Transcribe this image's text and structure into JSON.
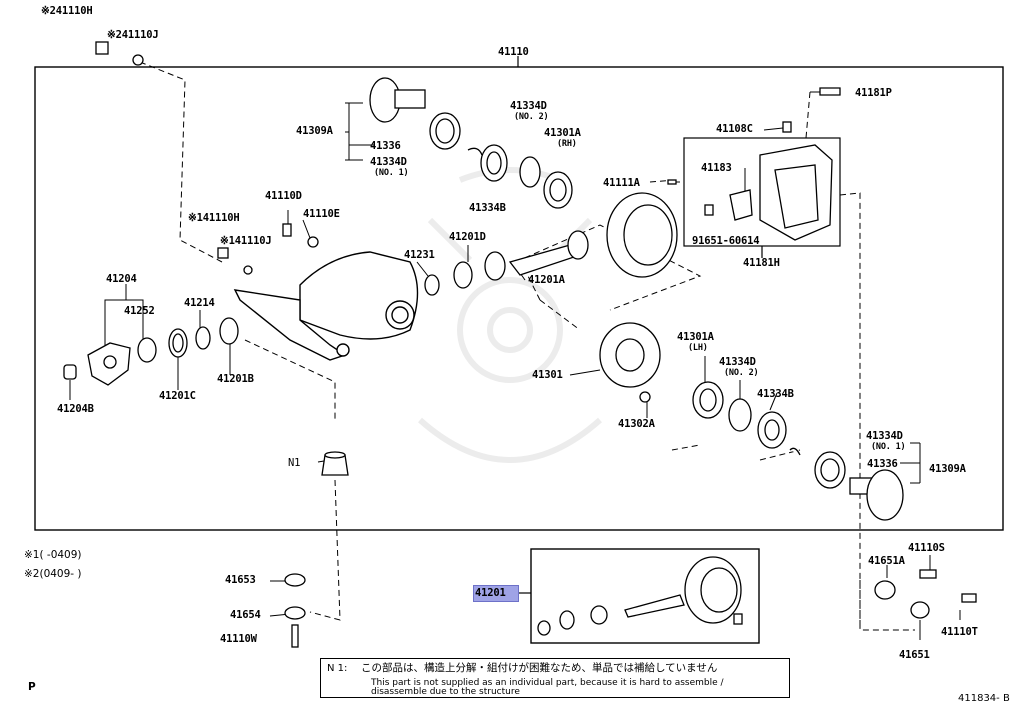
{
  "diagram": {
    "callouts": {
      "c41110H_a": "※241110H",
      "c41110J_a": "※241110J",
      "c41110": "41110",
      "c41181P": "41181P",
      "c41309A_a": "41309A",
      "c41336_a": "41336",
      "c41334D1_a": "41334D",
      "c41334D1_a_sub": "(NO. 1)",
      "c41334D2_a": "41334D",
      "c41334D2_a_sub": "(NO. 2)",
      "c41301A_rh": "41301A",
      "c41301A_rh_sub": "(RH)",
      "c41108C": "41108C",
      "c41183": "41183",
      "c41111A": "41111A",
      "c41334B_a": "41334B",
      "c91651": "91651-60614",
      "c41181H": "41181H",
      "c41110D": "41110D",
      "c41110H_b": "※141110H",
      "c41110E": "41110E",
      "c41110J_b": "※141110J",
      "c41231": "41231",
      "c41201D": "41201D",
      "c41201A": "41201A",
      "c41204": "41204",
      "c41252": "41252",
      "c41214": "41214",
      "c41201B": "41201B",
      "c41201C": "41201C",
      "c41204B": "41204B",
      "c41301": "41301",
      "c41301A_lh": "41301A",
      "c41301A_lh_sub": "(LH)",
      "c41334D2_b": "41334D",
      "c41334D2_b_sub": "(NO. 2)",
      "c41334B_b": "41334B",
      "c41302A": "41302A",
      "c41334D1_b": "41334D",
      "c41334D1_b_sub": "(NO. 1)",
      "c41336_b": "41336",
      "c41309A_b": "41309A",
      "cN1": "N1",
      "c41653": "41653",
      "c41654": "41654",
      "c41110W": "41110W",
      "c41201_hl": "41201",
      "c41651A": "41651A",
      "c41110S": "41110S",
      "c41651": "41651",
      "c41110T": "41110T"
    },
    "footnotes": {
      "fn1": "※1(        -0409)",
      "fn2": "※2(0409-        )"
    },
    "note": {
      "marker": "N 1:",
      "jp": "この部品は、構造上分解・組付けが困難なため、単品では補給していません",
      "en1": "This part is not supplied as an individual part, because it is hard to assemble /",
      "en2": "disassemble due to the structure"
    },
    "corner_p": "P",
    "diagram_id": "411834- B"
  }
}
